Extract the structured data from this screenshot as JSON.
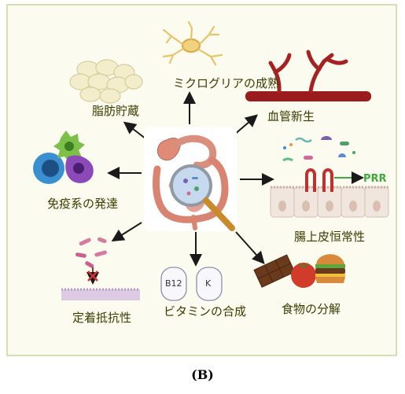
{
  "outcomes": {
    "microglia": "ミクログリアの成熟",
    "fat_storage": "脂肪貯蔵",
    "angiogenesis": "血管新生",
    "immune_dev": "免疫系の発達",
    "gut_homeostasis": "腸上皮恒常性",
    "colonization_resistance": "定着抵抗性",
    "vitamin_synthesis": "ビタミンの合成",
    "food_breakdown": "食物の分解"
  },
  "vitamins": {
    "b12": "B12",
    "k": "K"
  },
  "receptor": "PRR",
  "caption": "(B)",
  "colors": {
    "panel_bg": "#fbfcef",
    "panel_border": "#d7deb0",
    "label_text": "#3b3b00",
    "arrow": "#1a1a1a",
    "prr_green": "#3faa3f"
  },
  "icons": [
    "gut-magnifier-icon",
    "neuron-icon",
    "fat-cells-icon",
    "blood-vessel-icon",
    "immune-cells-icon",
    "epithelium-icon",
    "bacteria-icon",
    "vitamin-capsules-icon",
    "food-icon"
  ]
}
